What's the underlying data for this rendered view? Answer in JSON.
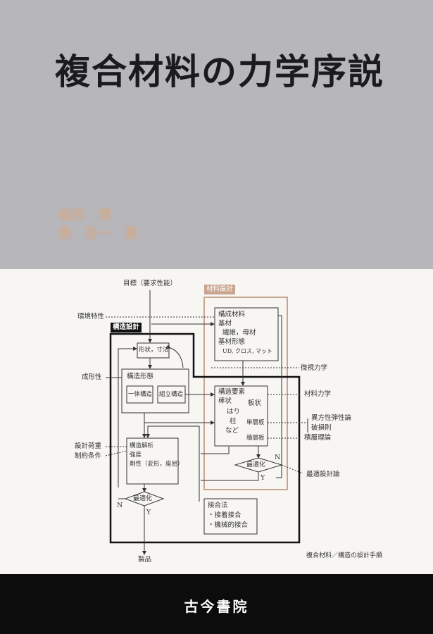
{
  "cover": {
    "title": "複合材料の力学序説",
    "authors": [
      "福田　博",
      "邉　吾一　著"
    ],
    "publisher": "古今書院"
  },
  "diagram": {
    "goal": "目標（要求性能）",
    "material_design_label": "材料設計",
    "structural_design_label": "構造設計",
    "environment": "環境特性",
    "constituent_box": [
      "構成材料",
      "基材",
      "繊維，母材",
      "基材形態",
      "UD, クロス, マット"
    ],
    "shape": "形状，寸法",
    "formability": "成形性",
    "form_box": {
      "title": "構造形態",
      "integral": "一体構造",
      "assembled": "組立構造"
    },
    "element_box": [
      "構造要素",
      "棒状",
      "板状",
      "はり",
      "柱",
      "など",
      "単層板",
      "積層板"
    ],
    "micromechanics": "微視力学",
    "mechanics_of_materials": "材料力学",
    "anisotropic": "異方性弾性論",
    "failure": "破損則",
    "lamination": "積層理論",
    "optimal_design": "最適設計論",
    "optimize": "最適化",
    "yes": "Y",
    "no": "N",
    "design_load": "設計荷重",
    "constraints": "制約条件",
    "analysis_box": [
      "構造解析",
      "強度",
      "剛性（変形，座屈）"
    ],
    "joining_box": [
      "接合法",
      "・接着接合",
      "・機械的接合"
    ],
    "product": "製品",
    "caption": "複合材料／構造の設計手順"
  }
}
